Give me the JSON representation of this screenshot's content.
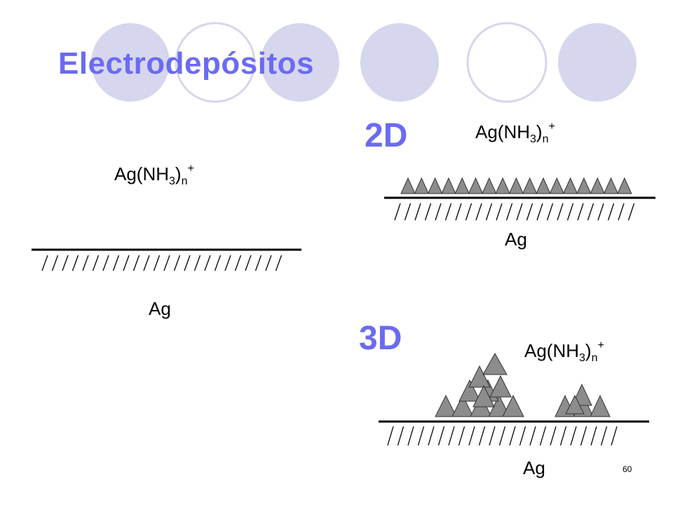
{
  "title": "Electrodepósitos",
  "slide_number": "60",
  "colors": {
    "accent": "#6b6bf2",
    "circle_fill": "#d6d6ee",
    "circle_stroke": "#d6d6ee",
    "deposit_fill": "#8c8c8c"
  },
  "left_panel": {
    "species": {
      "base": "Ag(NH",
      "sub1": "3",
      "close": ")",
      "sub2": "n",
      "sup": "+"
    },
    "metal": "Ag"
  },
  "panel_2d": {
    "label": "2D",
    "species": {
      "base": "Ag(NH",
      "sub1": "3",
      "close": ")",
      "sub2": "n",
      "sup": "+"
    },
    "metal": "Ag"
  },
  "panel_3d": {
    "label": "3D",
    "species": {
      "base": "Ag(NH",
      "sub1": "3",
      "close": ")",
      "sub2": "n",
      "sup": "+"
    },
    "metal": "Ag"
  }
}
